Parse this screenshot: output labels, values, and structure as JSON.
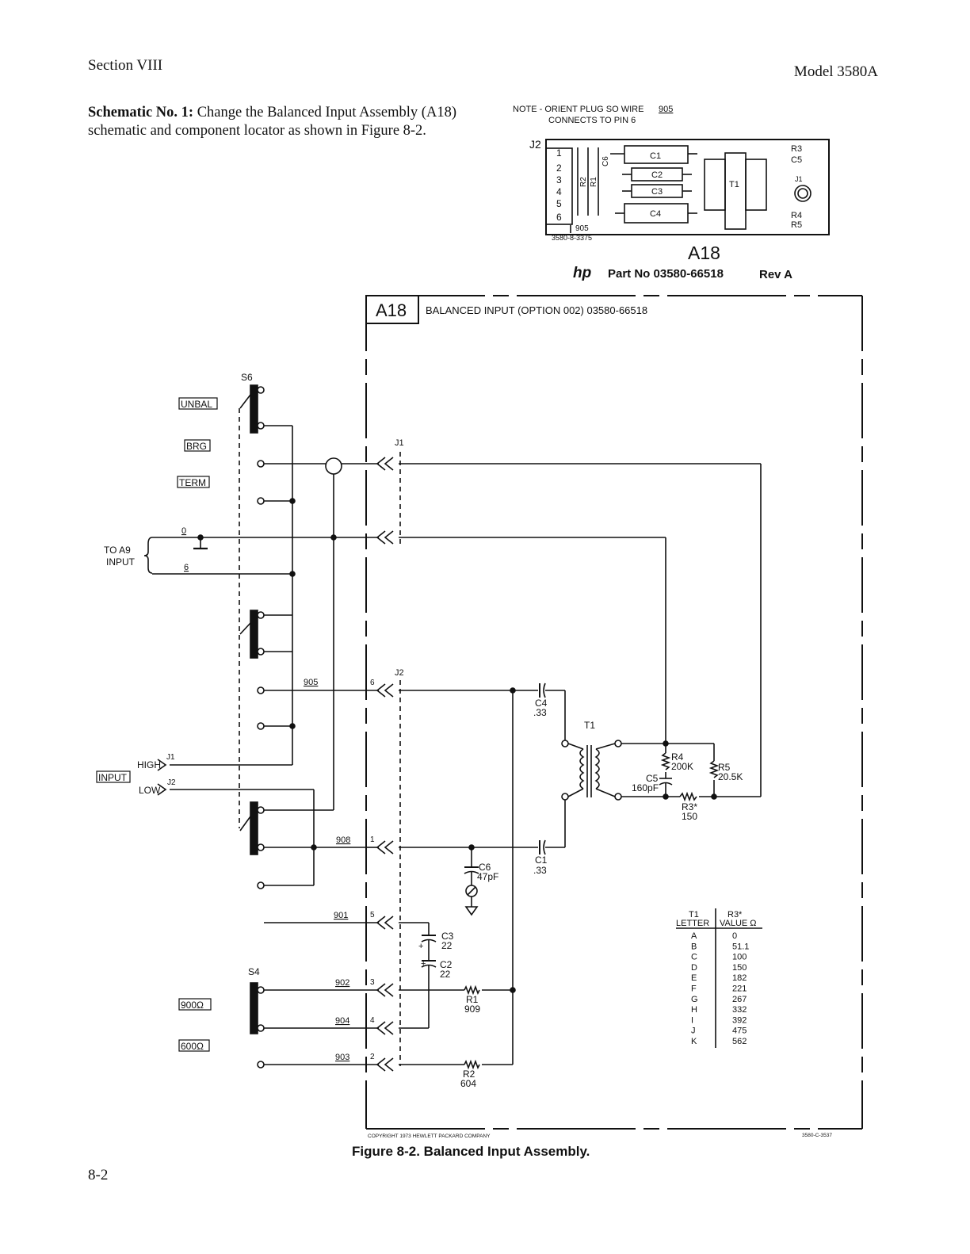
{
  "header": {
    "section": "Section VIII",
    "model": "Model 3580A"
  },
  "intro": {
    "lead": "Schematic No. 1:",
    "body": " Change the Balanced Input Assembly (A18) schematic and component locator as shown in Figure 8-2."
  },
  "locator": {
    "note_line1": "NOTE - ORIENT PLUG SO WIRE",
    "note_wire": "905",
    "note_line2": "CONNECTS TO PIN 6",
    "connector": "J2",
    "pins": [
      "1",
      "2",
      "3",
      "4",
      "5",
      "6"
    ],
    "wire_label": "905",
    "drawing_no": "3580-8-3375",
    "parts": {
      "r2": "R2",
      "r1": "R1",
      "c6": "C6",
      "c1": "C1",
      "c2": "C2",
      "c3": "C3",
      "c4": "C4",
      "t1": "T1",
      "j1": "J1",
      "r3": "R3",
      "c5": "C5",
      "r4": "R4",
      "r5": "R5"
    },
    "board": "A18",
    "hp_logo": "hp",
    "part_no": "Part No 03580-66518",
    "rev": "Rev A"
  },
  "schematic": {
    "box_label": "A18",
    "title": "BALANCED INPUT (OPTION 002) 03580-66518",
    "switch_s6": "S6",
    "switch_s4": "S4",
    "pos_unbal": "UNBAL",
    "pos_brg": "BRG",
    "pos_term": "TERM",
    "pos_900": "900Ω",
    "pos_600": "600Ω",
    "to_a9_line1": "TO A9",
    "to_a9_line2": "INPUT",
    "wire_0": "0",
    "wire_6": "6",
    "input_label": "INPUT",
    "high": "HIGH",
    "low": "LOW",
    "front_j1": "J1",
    "front_j2": "J2",
    "conn_j1": "J1",
    "conn_j2": "J2",
    "wires": {
      "w905": "905",
      "w908": "908",
      "w901": "901",
      "w902": "902",
      "w904": "904",
      "w903": "903"
    },
    "pins": {
      "p6": "6",
      "p1": "1",
      "p5": "5",
      "p3": "3",
      "p4": "4",
      "p2": "2"
    },
    "components": {
      "c4": "C4",
      "c4_val": ".33",
      "c1": "C1",
      "c1_val": ".33",
      "t1": "T1",
      "r4": "R4",
      "r4_val": "200K",
      "r5": "R5",
      "r5_val": "20.5K",
      "c5": "C5",
      "c5_val": "160pF",
      "r3": "R3*",
      "r3_val": "150",
      "c6": "C6",
      "c6_val": "47pF",
      "c3": "C3",
      "c3_val": "22",
      "c2": "C2",
      "c2_val": "22",
      "r1": "R1",
      "r1_val": "909",
      "r2": "R2",
      "r2_val": "604"
    },
    "table": {
      "col1_head1": "T1",
      "col1_head2": "LETTER",
      "col2_head1": "R3*",
      "col2_head2": "VALUE Ω",
      "rows": [
        [
          "A",
          "0"
        ],
        [
          "B",
          "51.1"
        ],
        [
          "C",
          "100"
        ],
        [
          "D",
          "150"
        ],
        [
          "E",
          "182"
        ],
        [
          "F",
          "221"
        ],
        [
          "G",
          "267"
        ],
        [
          "H",
          "332"
        ],
        [
          "I",
          "392"
        ],
        [
          "J",
          "475"
        ],
        [
          "K",
          "562"
        ]
      ]
    },
    "copyright": "COPYRIGHT 1973 HEWLETT PACKARD COMPANY",
    "drawing_no": "3580-C-3537"
  },
  "caption": "Figure 8-2.  Balanced Input Assembly.",
  "page_number": "8-2"
}
